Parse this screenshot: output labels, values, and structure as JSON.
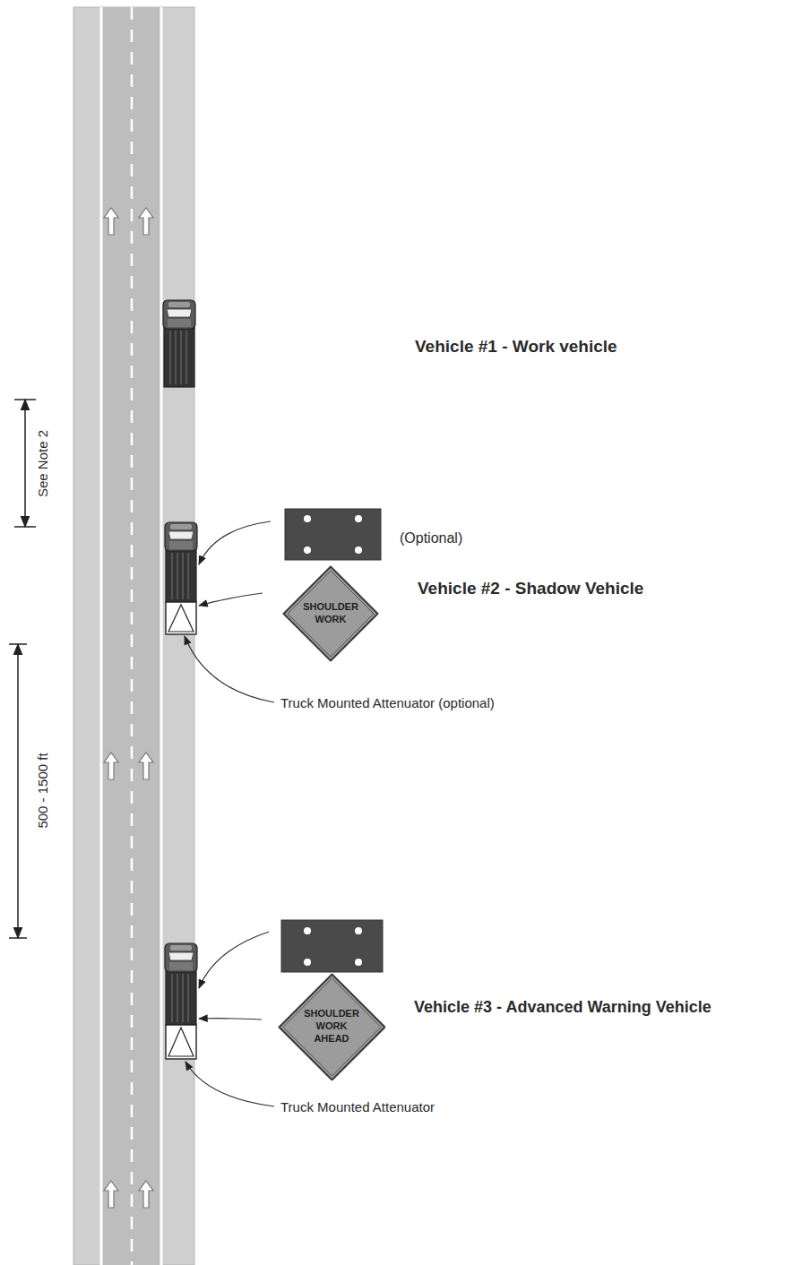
{
  "diagram": {
    "nodes": [
      {
        "text": [
          "SHOULDER WORK"
        ]
      },
      {
        "text": [
          "SHOULDER WORK AHEAD"
        ]
      }
    ],
    "labels": [
      "Vehicle #1 - Work vehicle",
      "See Note 2",
      "(Optional)",
      "Vehicle #2 - Shadow Vehicle",
      "Truck Mounted Attenuator (optional)",
      "500 - 1500 ft",
      "Vehicle #3 - Advanced Warning Vehicle",
      "Truck Mounted Attenuator"
    ]
  }
}
